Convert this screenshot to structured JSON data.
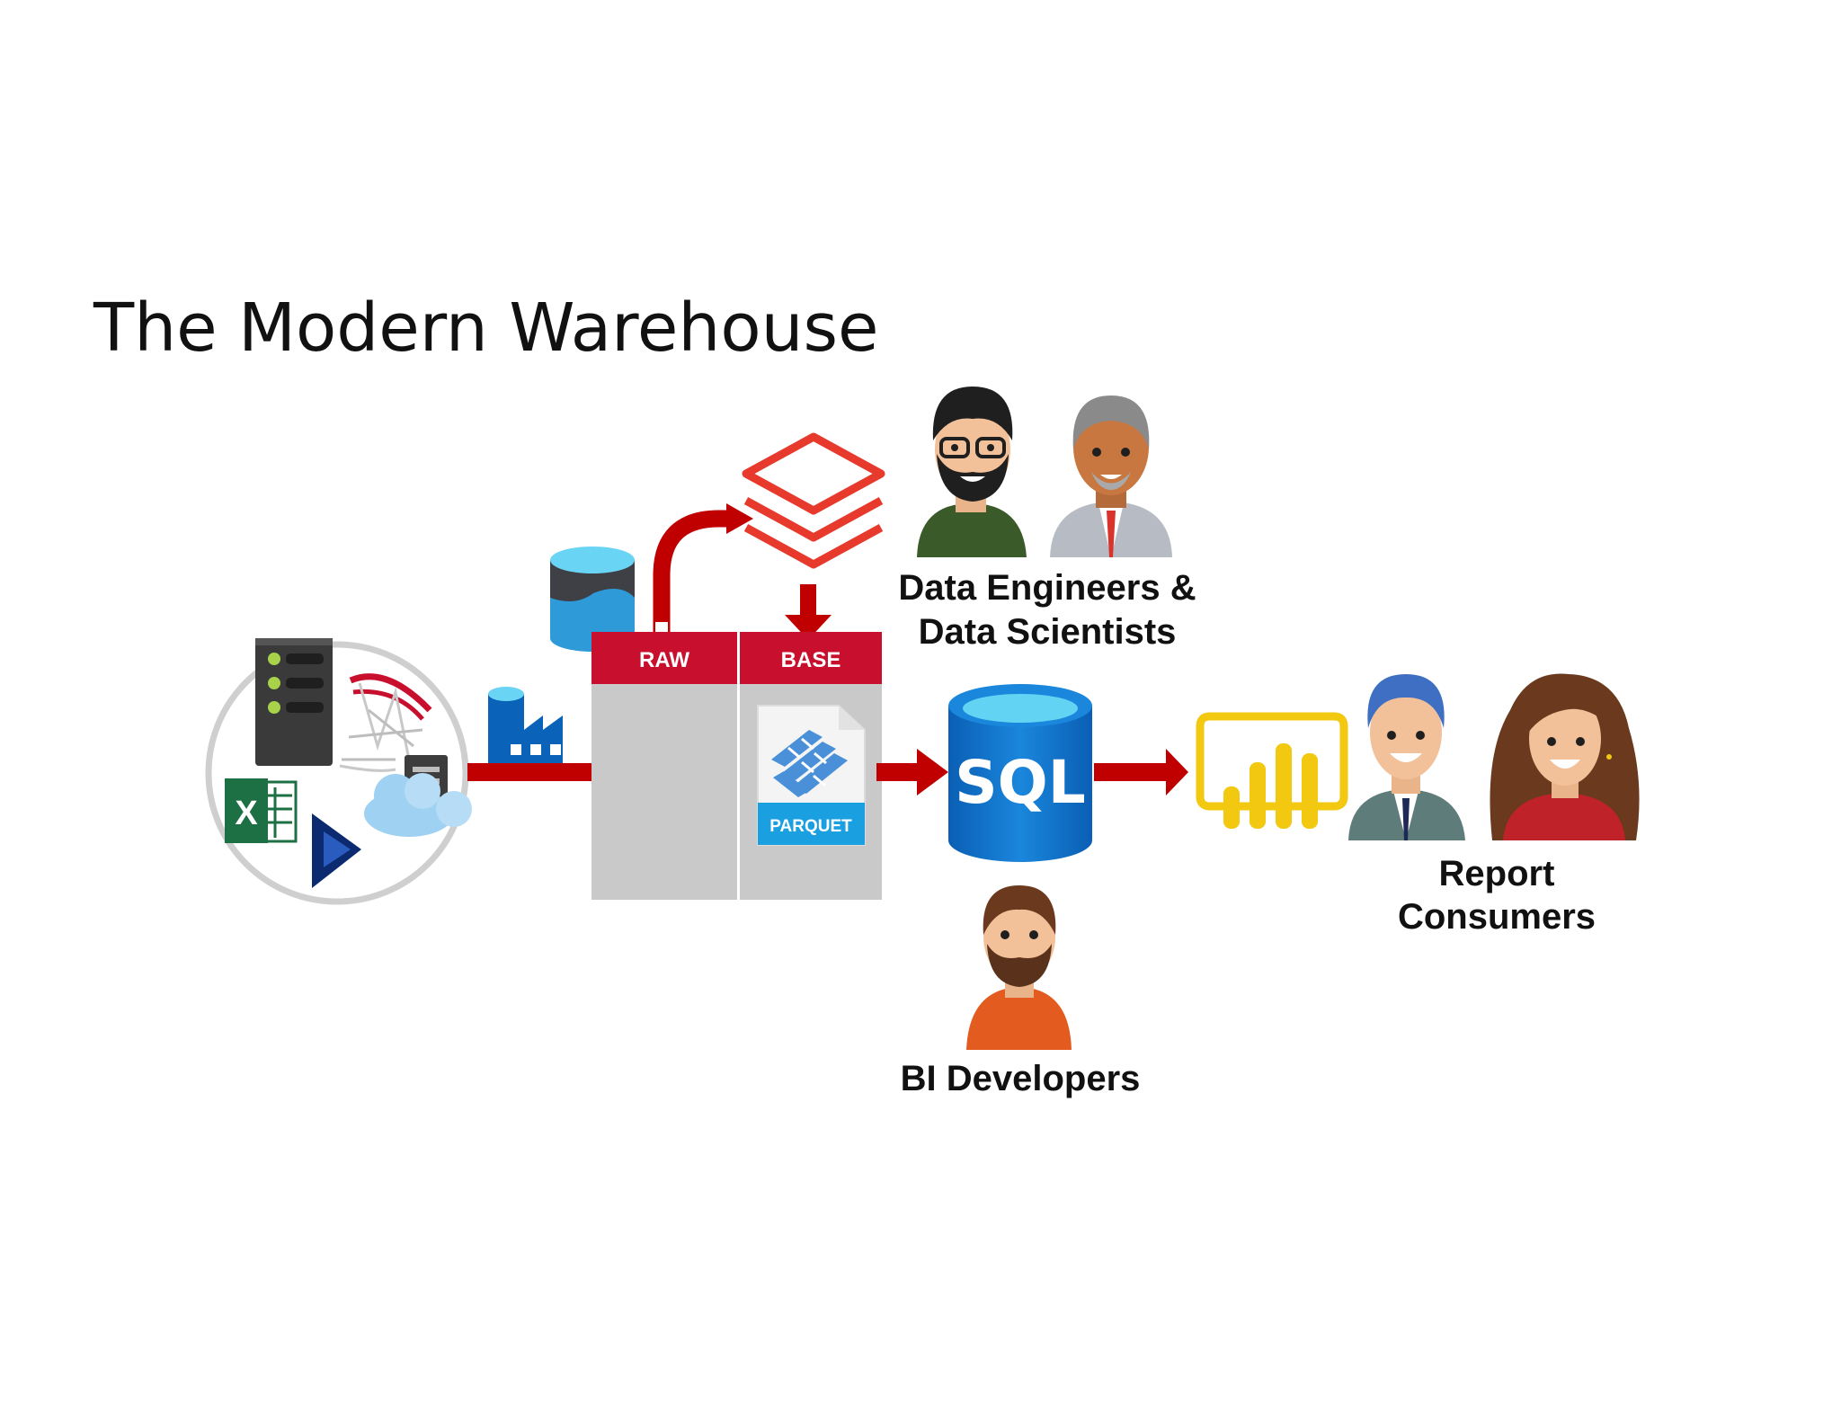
{
  "slide": {
    "title": "The Modern Warehouse"
  },
  "lake": {
    "raw_label": "RAW",
    "base_label": "BASE",
    "file_label": "PARQUET"
  },
  "sql": {
    "label": "SQL"
  },
  "groups": {
    "engineers_line1": "Data Engineers &",
    "engineers_line2": "Data Scientists",
    "bi_developers": "BI Developers",
    "consumers_line1": "Report",
    "consumers_line2": "Consumers"
  },
  "sources": {
    "excel_letter": "X"
  },
  "colors": {
    "arrow_red": "#c00000",
    "header_red": "#c8102e",
    "sql_blue": "#0078d4",
    "powerbi_yellow": "#f2c811"
  }
}
